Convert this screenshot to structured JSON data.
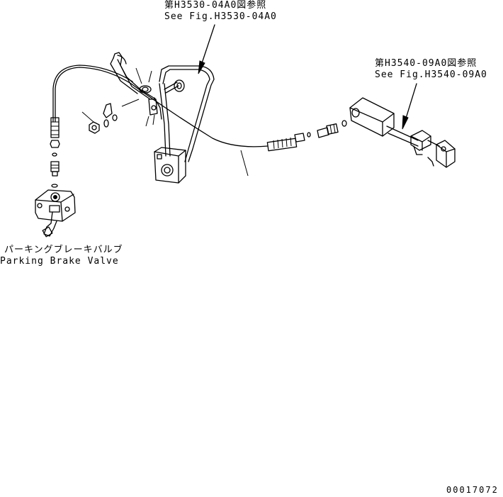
{
  "callouts": {
    "top_ref": {
      "line1": "第H3530-04A0図参照",
      "line2": "See Fig.H3530-04A0"
    },
    "right_ref": {
      "line1": "第H3540-09A0図参照",
      "line2": "See Fig.H3540-09A0"
    },
    "valve": {
      "jp": "パーキングブレーキバルブ",
      "en": "Parking Brake Valve"
    }
  },
  "drawing_number": "00017072",
  "colors": {
    "line": "#000000",
    "background": "#ffffff"
  }
}
